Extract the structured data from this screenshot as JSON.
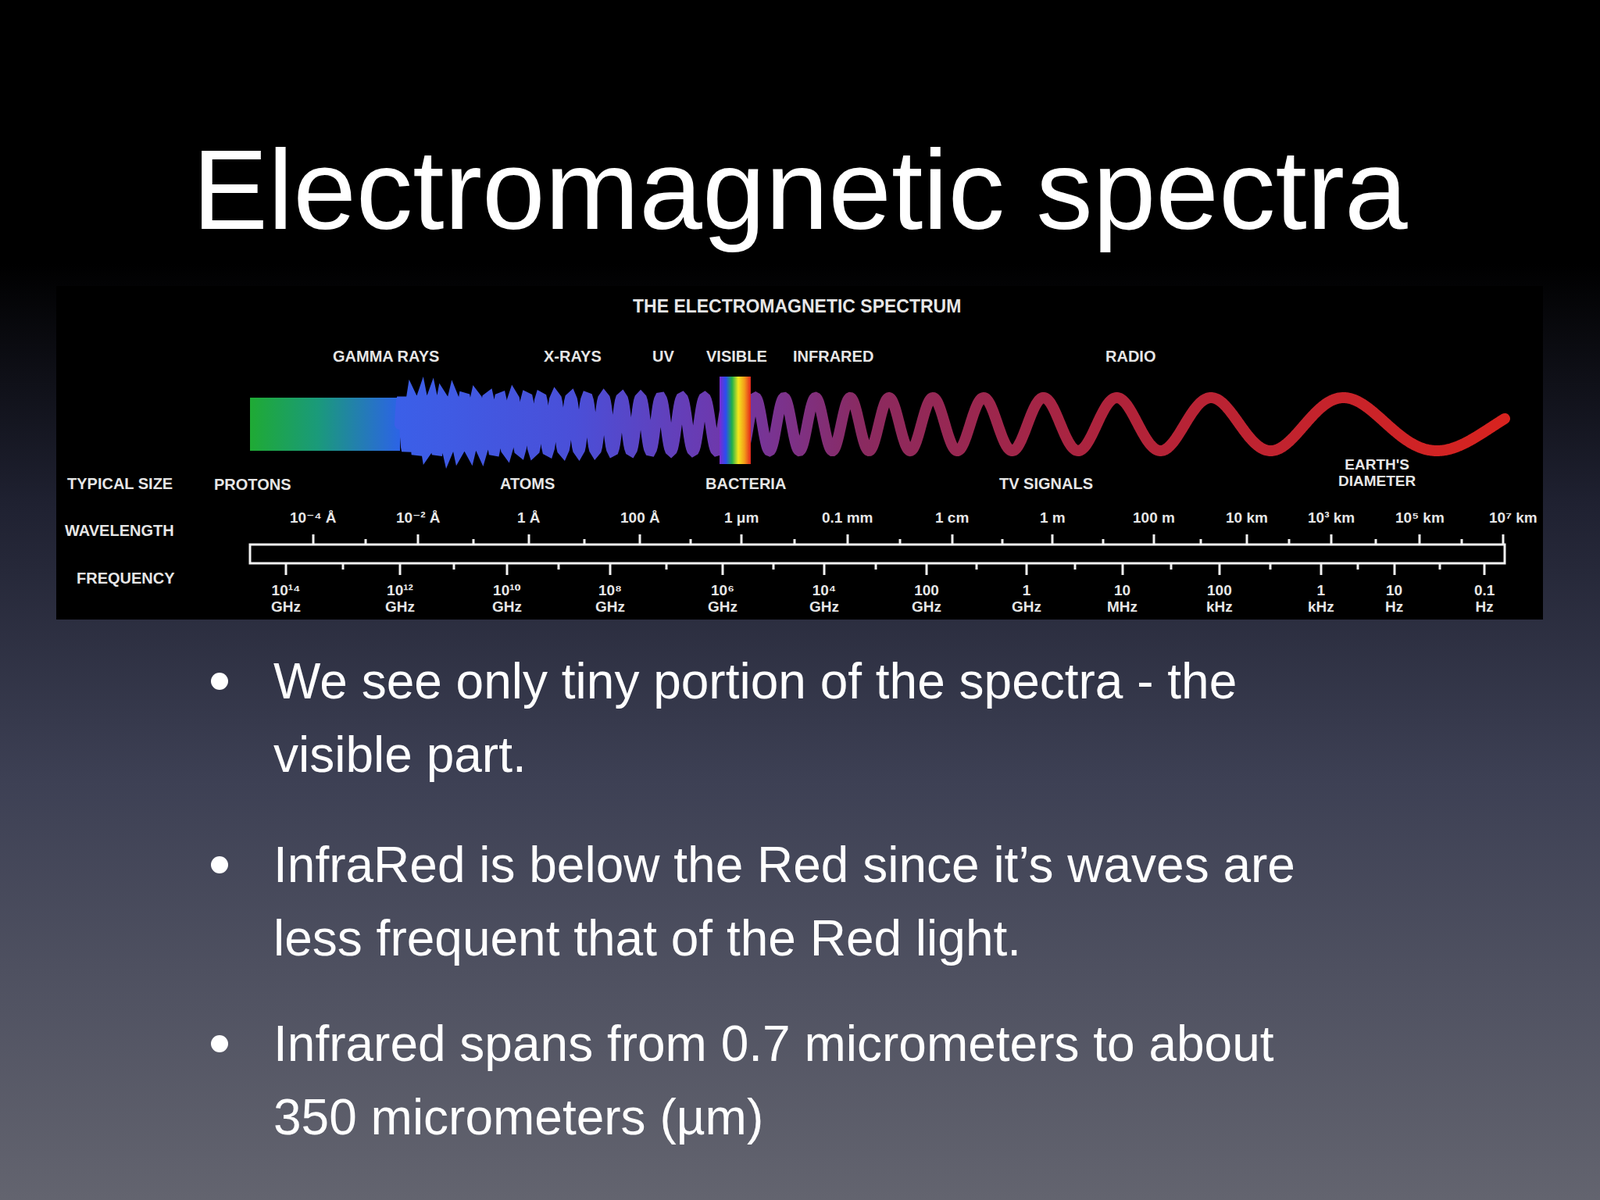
{
  "diagram": {
    "title": "Electromagnetic spectra",
    "labels": [
      "THE ELECTROMAGNETIC SPECTRUM",
      "GAMMA RAYS",
      "X-RAYS",
      "UV",
      "VISIBLE",
      "INFRARED",
      "RADIO",
      "TYPICAL SIZE",
      "PROTONS",
      "ATOMS",
      "BACTERIA",
      "TV SIGNALS",
      "EARTH'S DIAMETER",
      "WAVELENGTH",
      "10⁻⁴ Å",
      "10⁻² Å",
      "1 Å",
      "100 Å",
      "1 μm",
      "0.1 mm",
      "1 cm",
      "1 m",
      "100 m",
      "10 km",
      "10³ km",
      "10⁵ km",
      "10⁷ km",
      "FREQUENCY",
      "10¹⁴ GHz",
      "10¹² GHz",
      "10¹⁰ GHz",
      "10⁸ GHz",
      "10⁶ GHz",
      "10⁴ GHz",
      "100 GHz",
      "1 GHz",
      "10 MHz",
      "100 kHz",
      "1 kHz",
      "10 Hz",
      "0.1 Hz",
      "We see only tiny portion of the spectra - the visible part.",
      "InfraRed is below the Red since it’s waves are less frequent that of the Red light.",
      "Infrared spans from 0.7 micrometers to about 350 micrometers (µm)"
    ]
  }
}
